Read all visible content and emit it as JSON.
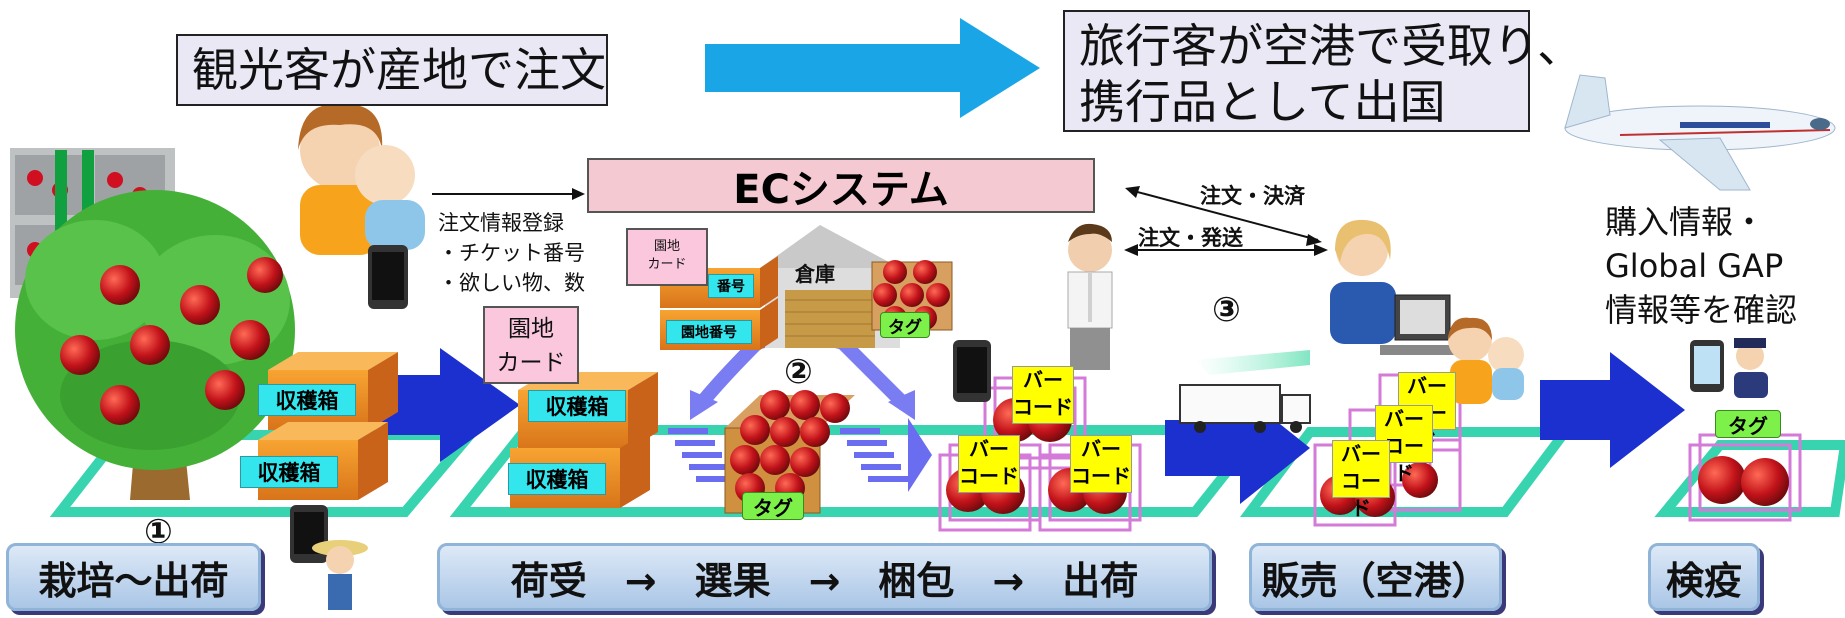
{
  "top": {
    "left_callout": "観光客が産地で注文",
    "right_callout_line1": "旅行客が空港で受取り、",
    "right_callout_line2": "携行品として出国"
  },
  "ec_system": "ECシステム",
  "order_info": {
    "line1": "注文情報登録",
    "line2": "・チケット番号",
    "line3": "・欲しい物、数"
  },
  "order_payment": "注文・決済",
  "order_shipping": "注文・発送",
  "purchase_info": {
    "line1": "購入情報・",
    "line2": "Global GAP",
    "line3": "情報等を確認"
  },
  "labels": {
    "harvest_box": "収穫箱",
    "farm_card_line1": "園地",
    "farm_card_line2": "カード",
    "farm_number": "園地番号",
    "farm_number_partial": "番号",
    "warehouse": "倉庫",
    "tag": "タグ",
    "barcode_line1": "バー",
    "barcode_line2": "コード",
    "circle1": "①",
    "circle2": "②",
    "circle3": "③"
  },
  "stages": {
    "stage1": "栽培～出荷",
    "stage2": "荷受　→　選果　→　梱包　→　出荷",
    "stage3": "販売（空港）",
    "stage4": "検疫"
  },
  "colors": {
    "big_arrow_light": "#1aa6e6",
    "big_arrow_dark": "#1c2fcf",
    "green_track": "#38d4b0",
    "stage_fill": "#c2d8f0",
    "callout_fill": "#ebe8f5",
    "ec_fill": "#f4c9d2"
  }
}
